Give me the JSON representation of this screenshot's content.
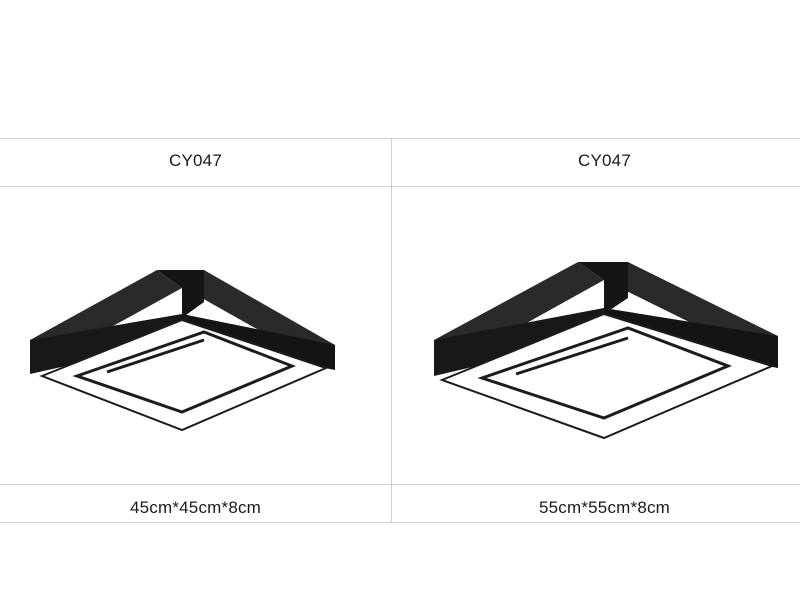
{
  "products": [
    {
      "model": "CY047",
      "size": "45cm*45cm*8cm",
      "image": "square-ceiling-lamp-icon"
    },
    {
      "model": "CY047",
      "size": "55cm*55cm*8cm",
      "image": "square-ceiling-lamp-icon"
    }
  ],
  "colors": {
    "lamp_body": "#1c1c1c",
    "lamp_diffuser": "#ffffff",
    "grid_lines": "#cfcfcf"
  }
}
